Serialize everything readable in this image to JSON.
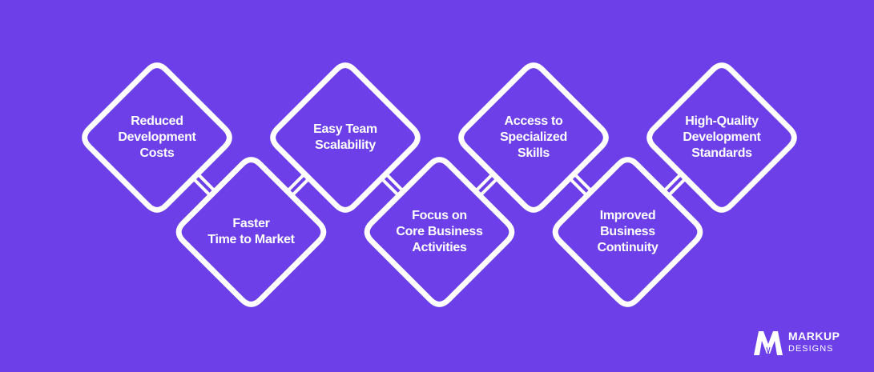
{
  "accent_color": "#6c3fe8",
  "stroke_color": "#ffffff",
  "nodes": [
    {
      "lines": [
        "Reduced",
        "Development",
        "Costs"
      ]
    },
    {
      "lines": [
        "Faster",
        "Time to Market"
      ]
    },
    {
      "lines": [
        "Easy Team",
        "Scalability"
      ]
    },
    {
      "lines": [
        "Focus on",
        "Core Business",
        "Activities"
      ]
    },
    {
      "lines": [
        "Access to",
        "Specialized",
        "Skills"
      ]
    },
    {
      "lines": [
        "Improved",
        "Business",
        "Continuity"
      ]
    },
    {
      "lines": [
        "High-Quality",
        "Development",
        "Standards"
      ]
    }
  ],
  "connectors": [
    {
      "from": 0,
      "to": 1,
      "direction": "down"
    },
    {
      "from": 1,
      "to": 2,
      "direction": "up"
    },
    {
      "from": 2,
      "to": 3,
      "direction": "down"
    },
    {
      "from": 3,
      "to": 4,
      "direction": "up"
    },
    {
      "from": 4,
      "to": 5,
      "direction": "down"
    },
    {
      "from": 5,
      "to": 6,
      "direction": "up"
    }
  ],
  "brand": {
    "icon": "markup-m-logo-icon",
    "name": "MARKUP",
    "sub": "DESIGNS"
  }
}
